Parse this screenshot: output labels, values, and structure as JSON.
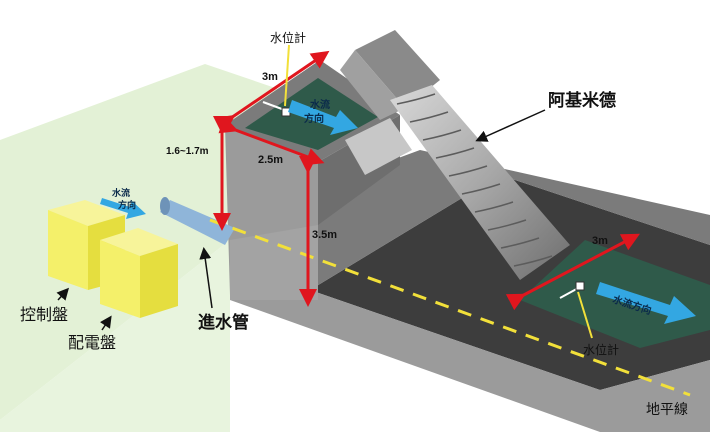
{
  "labels": {
    "level_meter_top": "水位計",
    "level_meter_bottom": "水位計",
    "archimedes": "阿基米德",
    "control_panel": "控制盤",
    "distribution_panel": "配電盤",
    "inlet_pipe": "進水管",
    "ground_line": "地平線"
  },
  "flow_direction": {
    "pipe_line1": "水流",
    "pipe_line2": "方向",
    "top_line1": "水流",
    "top_line2": "方向",
    "bottom": "水流方向"
  },
  "dimensions": {
    "top_width": "3m",
    "side_height_left": "1.6~1.7m",
    "front_width": "2.5m",
    "depth": "3.5m",
    "channel_width": "3m"
  },
  "colors": {
    "ground_plane": "#e3f1d6",
    "concrete_top": "#7b7b7b",
    "concrete_front": "#9b9b9b",
    "channel_floor": "#3d3d3d",
    "water": "#2f5a4a",
    "panel_yellow": "#f4f06a",
    "dimension_red": "#e0161e",
    "flow_arrow": "#33a7e2",
    "ground_line": "#f2e03a"
  }
}
